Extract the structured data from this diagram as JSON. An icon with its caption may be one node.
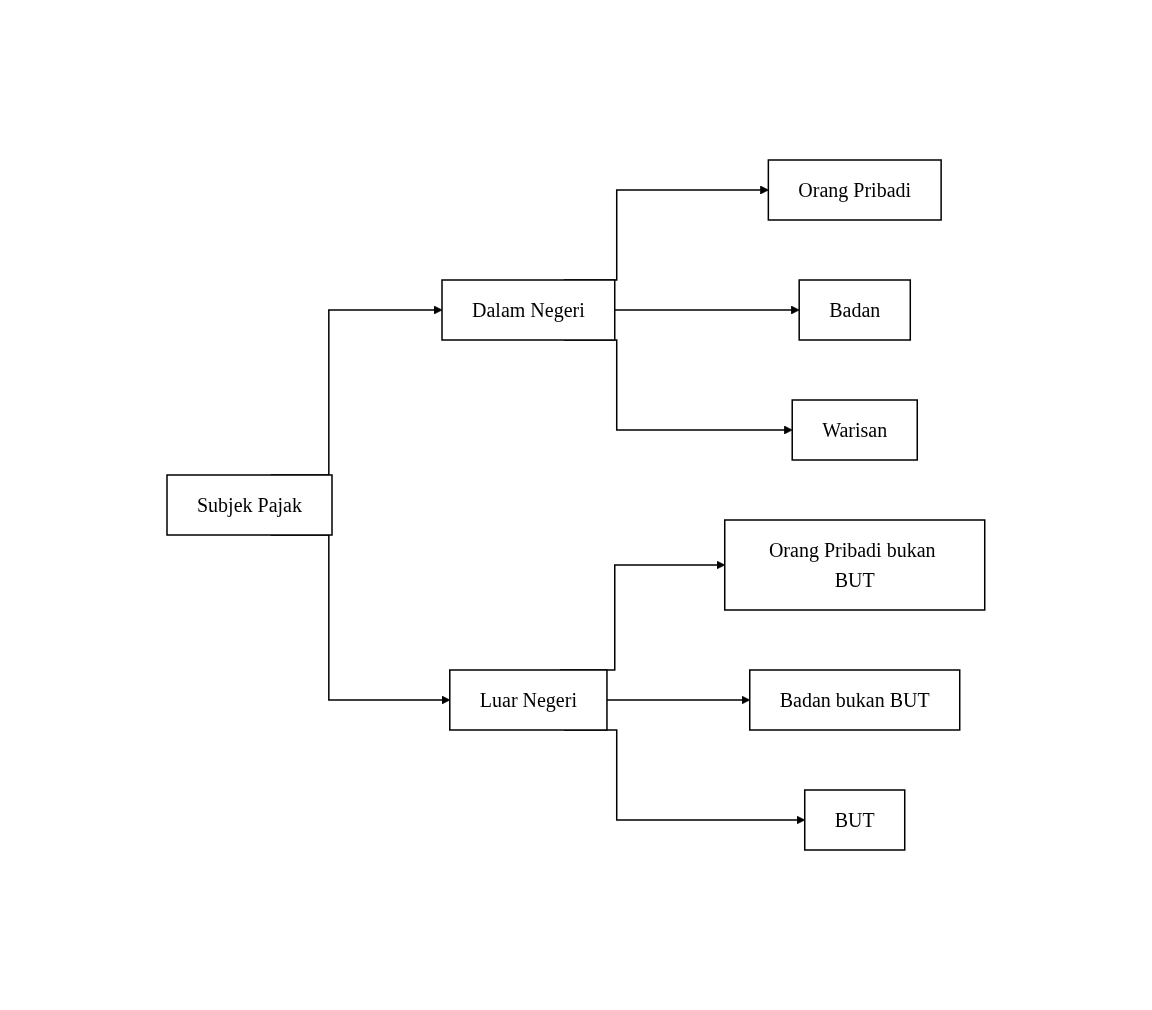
{
  "diagram": {
    "nodes": [
      {
        "text": [
          "Subjek Pajak"
        ]
      },
      {
        "text": [
          "Dalam Negeri"
        ]
      },
      {
        "text": [
          "Orang Pribadi"
        ]
      },
      {
        "text": [
          "Badan"
        ]
      },
      {
        "text": [
          "Warisan"
        ]
      },
      {
        "text": [
          "Luar Negeri"
        ]
      },
      {
        "text": [
          "Orang Pribadi bukan BUT"
        ]
      },
      {
        "text": [
          "Badan bukan BUT"
        ]
      },
      {
        "text": [
          "BUT"
        ]
      }
    ],
    "edges": [
      {
        "from": 0,
        "to": 1,
        "arrow": "to"
      },
      {
        "from": 0,
        "to": 5,
        "arrow": "to"
      },
      {
        "from": 1,
        "to": 2,
        "arrow": "to"
      },
      {
        "from": 1,
        "to": 3,
        "arrow": "to"
      },
      {
        "from": 1,
        "to": 4,
        "arrow": "to"
      },
      {
        "from": 5,
        "to": 6,
        "arrow": "to"
      },
      {
        "from": 5,
        "to": 7,
        "arrow": "to"
      },
      {
        "from": 5,
        "to": 8,
        "arrow": "to"
      }
    ]
  }
}
